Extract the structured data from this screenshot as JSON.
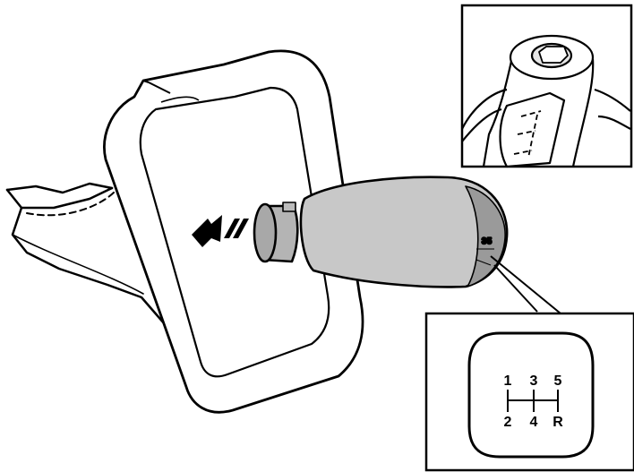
{
  "shift_pattern": {
    "top_row": [
      "1",
      "3",
      "5"
    ],
    "bottom_row": [
      "2",
      "4",
      "R"
    ]
  },
  "knob_marks": [
    "3",
    "5"
  ],
  "colors": {
    "line": "#000000",
    "knob_fill": "#c8c8c8",
    "knob_shadow": "#9a9a9a",
    "background": "#ffffff"
  },
  "icons": [
    "motion-arrow-icon"
  ]
}
